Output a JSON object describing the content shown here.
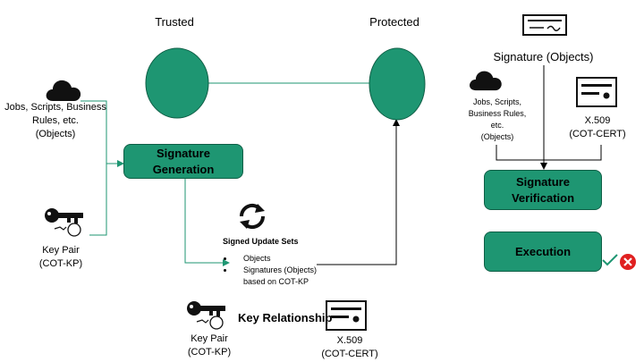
{
  "nodes": {
    "trusted": "Trusted",
    "protected": "Protected"
  },
  "left": {
    "objects_label_lines": [
      "Jobs, Scripts, Business",
      "Rules, etc.",
      "(Objects)"
    ],
    "keypair_lines": [
      "Key Pair",
      "(COT-KP)"
    ]
  },
  "center": {
    "signature_generation": "Signature\nGeneration",
    "signed_update_sets_title": "Signed Update Sets",
    "bullets": [
      "Objects",
      "Signatures (Objects)\nbased on COT-KP"
    ]
  },
  "bottom": {
    "keypair_lines": [
      "Key Pair",
      "(COT-KP)"
    ],
    "key_relationship": "Key Relationship",
    "cert_lines": [
      "X.509",
      "(COT-CERT)"
    ]
  },
  "right": {
    "signature_objects": "Signature (Objects)",
    "objects_lines": [
      "Jobs, Scripts,",
      "Business Rules,",
      "etc.",
      "(Objects)"
    ],
    "cert_lines": [
      "X.509",
      "(COT-CERT)"
    ],
    "signature_verification": "Signature\nVerification",
    "execution": "Execution"
  },
  "colors": {
    "green": "#1e9672",
    "green_dark": "#0f5f46",
    "arrow": "#000000",
    "arrow_green": "#1e9672",
    "error_red": "#e02020"
  },
  "icons": [
    "cloud-icon",
    "key-icon",
    "sync-icon",
    "certificate-icon",
    "signature-document-icon",
    "checkmark-icon",
    "error-x-icon"
  ]
}
